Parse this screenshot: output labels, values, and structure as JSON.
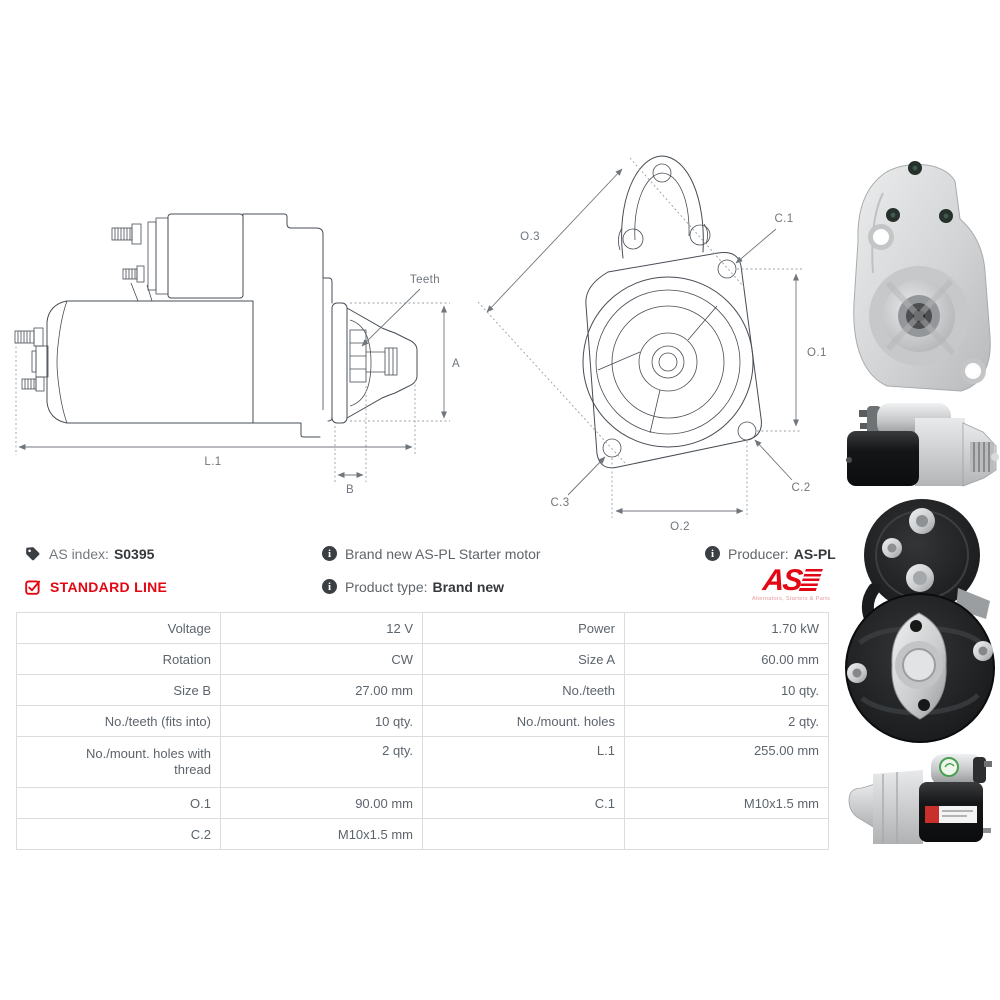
{
  "header": {
    "as_index_label": "AS index:",
    "as_index_value": "S0395",
    "standard_line": "STANDARD LINE",
    "brand_new_text": "Brand new AS-PL Starter motor",
    "product_type_label": "Product type:",
    "product_type_value": "Brand new",
    "producer_label": "Producer:",
    "producer_value": "AS-PL",
    "info_icon_glyph": "i",
    "logo_text": "AS",
    "logo_tagline": "Alternators, Starters & Parts"
  },
  "colors": {
    "brand_red": "#e30613",
    "bold_text": "#36393c",
    "body_text": "#5f6569",
    "table_text": "#5c646c",
    "table_border": "#dcdcdc",
    "drawing_line": "#474d54",
    "dimension_line": "#70767c"
  },
  "drawings": {
    "side_view": {
      "title": "starter-side-view-dimensional-drawing",
      "labels": {
        "teeth": "Teeth",
        "a": "A",
        "l1": "L.1",
        "b": "B"
      }
    },
    "front_view": {
      "title": "starter-front-view-dimensional-drawing",
      "labels": {
        "o3": "O.3",
        "c1": "C.1",
        "o1": "O.1",
        "c2": "C.2",
        "c3": "C.3",
        "o2": "O.2"
      }
    }
  },
  "photos": [
    {
      "name": "starter-front-mounting-face-photo"
    },
    {
      "name": "starter-side-view-photo"
    },
    {
      "name": "starter-rear-view-photo"
    },
    {
      "name": "starter-side-view-facing-left-photo"
    }
  ],
  "spec_table": {
    "rows": [
      {
        "c0": "Voltage",
        "c1": "12 V",
        "c2": "Power",
        "c3": "1.70 kW"
      },
      {
        "c0": "Rotation",
        "c1": "CW",
        "c2": "Size A",
        "c3": "60.00 mm"
      },
      {
        "c0": "Size B",
        "c1": "27.00 mm",
        "c2": "No./teeth",
        "c3": "10 qty."
      },
      {
        "c0": "No./teeth (fits into)",
        "c1": "10 qty.",
        "c2": "No./mount. holes",
        "c3": "2 qty."
      },
      {
        "c0": "No./mount. holes with thread",
        "c1": "2 qty.",
        "c2": "L.1",
        "c3": "255.00 mm"
      },
      {
        "c0": "O.1",
        "c1": "90.00 mm",
        "c2": "C.1",
        "c3": "M10x1.5 mm"
      },
      {
        "c0": "C.2",
        "c1": "M10x1.5 mm",
        "c2": "",
        "c3": ""
      }
    ]
  }
}
